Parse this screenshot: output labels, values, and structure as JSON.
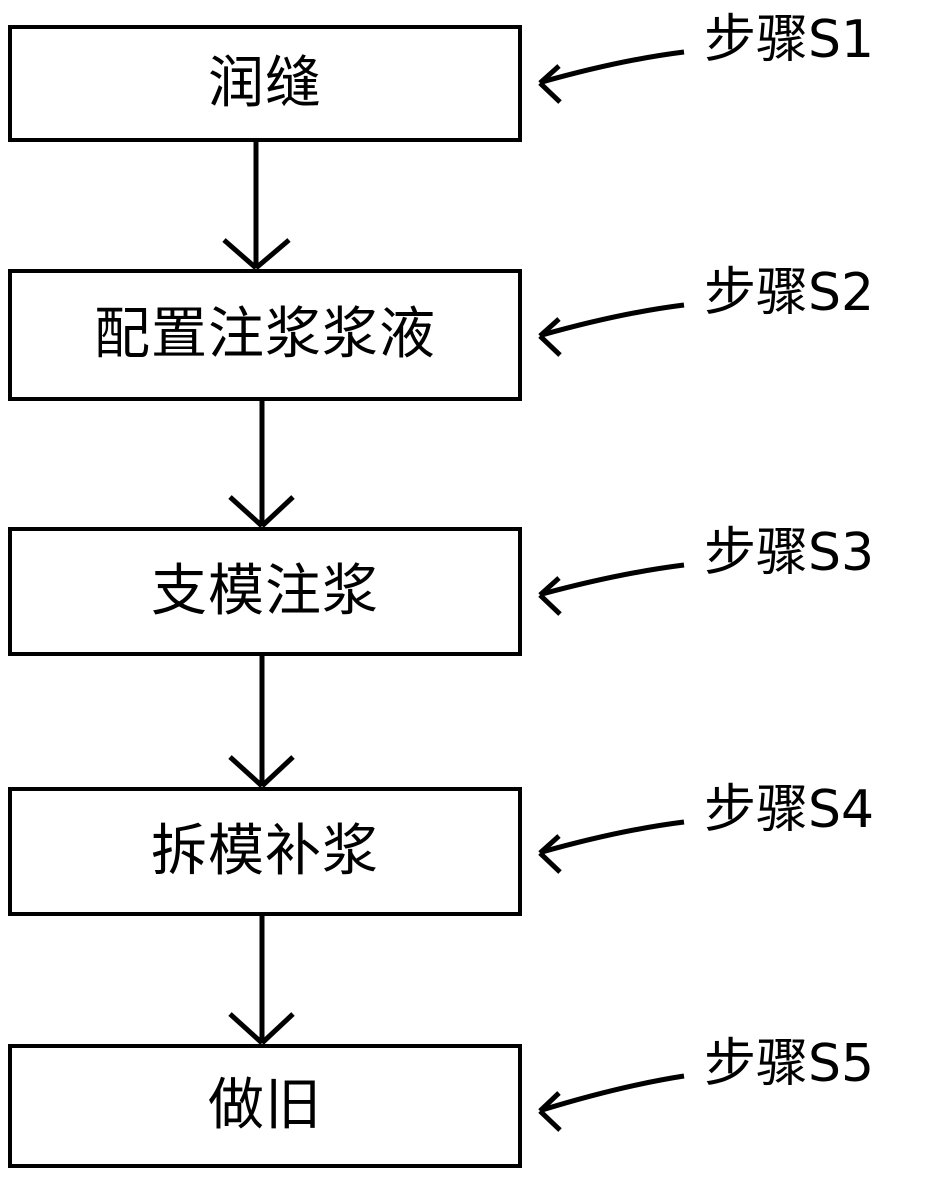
{
  "diagram": {
    "title": "",
    "type": "flowchart",
    "orientation": "vertical",
    "line_color": "#000000",
    "background_color": "#ffffff",
    "box_fill": "#ffffff",
    "steps": [
      {
        "id": "S1",
        "box_text": "润缝",
        "label": "步骤S1"
      },
      {
        "id": "S2",
        "box_text": "配置注浆浆液",
        "label": "步骤S2"
      },
      {
        "id": "S3",
        "box_text": "支模注浆",
        "label": "步骤S3"
      },
      {
        "id": "S4",
        "box_text": "拆模补浆",
        "label": "步骤S4"
      },
      {
        "id": "S5",
        "box_text": "做旧",
        "label": "步骤S5"
      }
    ]
  }
}
